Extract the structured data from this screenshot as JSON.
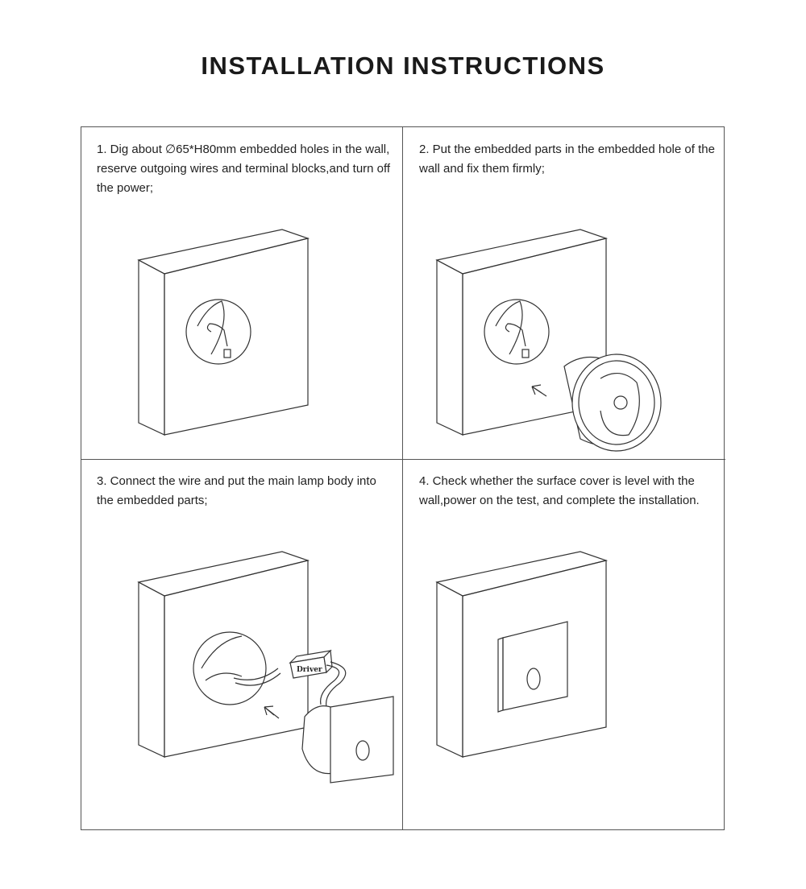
{
  "title": "INSTALLATION INSTRUCTIONS",
  "steps": [
    {
      "text": "1. Dig about ∅65*H80mm embedded holes in the wall, reserve outgoing wires and terminal blocks,and turn off the power;"
    },
    {
      "text": "2. Put the embedded parts in the embedded hole of the wall and fix them firmly;"
    },
    {
      "text": "3. Connect the wire and put the main lamp body into the embedded parts;"
    },
    {
      "text": "4. Check whether the surface cover is level with the wall,power on the test, and complete the installation."
    }
  ],
  "driver_label": "Driver"
}
